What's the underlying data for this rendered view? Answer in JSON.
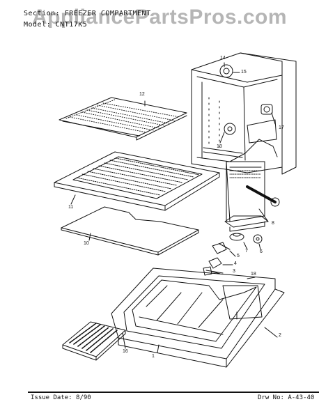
{
  "header": {
    "section_prefix": "Section:",
    "section_value": "FREEZER COMPARTMENT",
    "model_prefix": "Model:",
    "model_value": "CNT17K5"
  },
  "watermark": "AppliancePartsPros.com",
  "footer": {
    "issue_date": "Issue Date: 8/90",
    "drawing_number": "Drw No: A-43-40"
  },
  "callouts": [
    {
      "id": "c1",
      "label": "1"
    },
    {
      "id": "c2",
      "label": "2"
    },
    {
      "id": "c3",
      "label": "3"
    },
    {
      "id": "c4",
      "label": "4"
    },
    {
      "id": "c5",
      "label": "5"
    },
    {
      "id": "c6",
      "label": "6"
    },
    {
      "id": "c7",
      "label": "7"
    },
    {
      "id": "c8",
      "label": "8"
    },
    {
      "id": "c10",
      "label": "10"
    },
    {
      "id": "c11",
      "label": "11"
    },
    {
      "id": "c12",
      "label": "12"
    },
    {
      "id": "c13",
      "label": "13"
    },
    {
      "id": "c14",
      "label": "14"
    },
    {
      "id": "c15",
      "label": "15"
    },
    {
      "id": "c16",
      "label": "16"
    },
    {
      "id": "c17",
      "label": "17"
    },
    {
      "id": "c18",
      "label": "18"
    }
  ]
}
